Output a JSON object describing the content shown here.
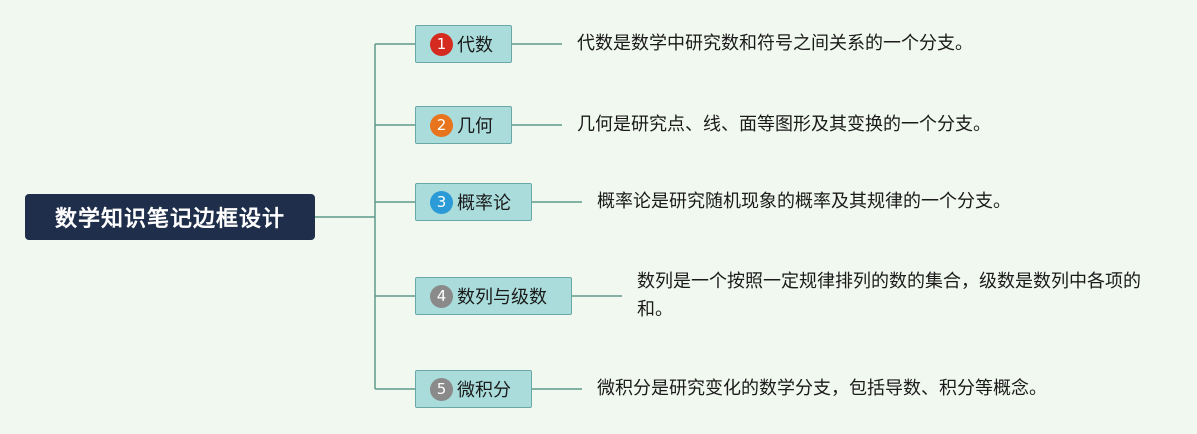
{
  "root": {
    "title": "数学知识笔记边框设计"
  },
  "branches": [
    {
      "number": "1",
      "label": "代数",
      "badge_color": "#d42a1f",
      "description": "代数是数学中研究数和符号之间关系的一个分支。"
    },
    {
      "number": "2",
      "label": "几何",
      "badge_color": "#e8741e",
      "description": "几何是研究点、线、面等图形及其变换的一个分支。"
    },
    {
      "number": "3",
      "label": "概率论",
      "badge_color": "#2a9bd6",
      "description": "概率论是研究随机现象的概率及其规律的一个分支。"
    },
    {
      "number": "4",
      "label": "数列与级数",
      "badge_color": "#8a8a8a",
      "description": "数列是一个按照一定规律排列的数的集合，级数是数列中各项的和。"
    },
    {
      "number": "5",
      "label": "微积分",
      "badge_color": "#8a8a8a",
      "description": "微积分是研究变化的数学分支，包括导数、积分等概念。"
    }
  ],
  "colors": {
    "background": "#f1f8ef",
    "root_fill": "#1f2e4a",
    "branch_fill": "#aadcdc",
    "line": "#5f9a8c"
  }
}
